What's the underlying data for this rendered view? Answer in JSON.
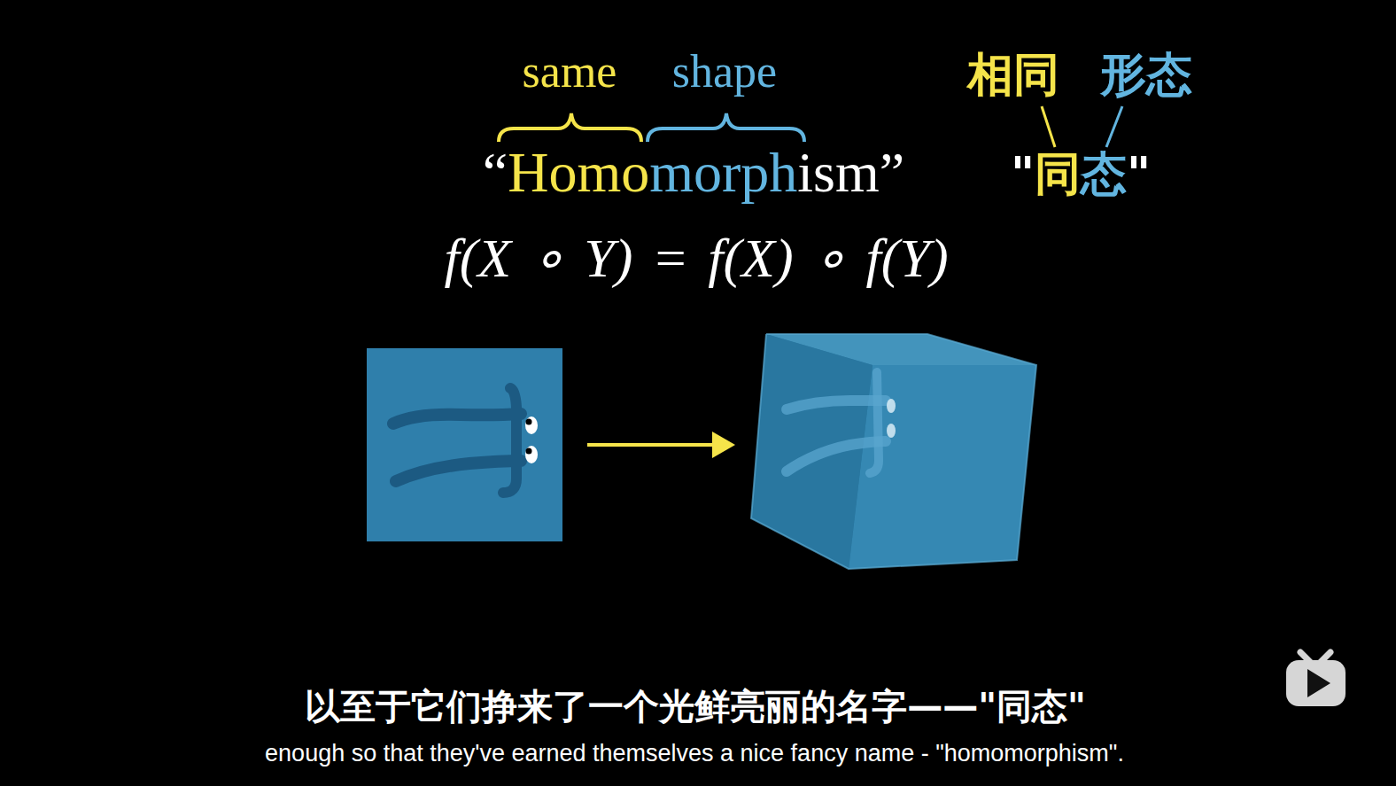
{
  "diagram": {
    "labels": [
      "same",
      "shape",
      "“Homomorphism”",
      "相同",
      "形态",
      "\"同态\"",
      "f(X ∘ Y) = f(X) ∘ f(Y)",
      "以至于它们挣来了一个光鲜亮丽的名字——\"同态\"",
      "enough so that they've earned themselves a nice fancy name - \"homomorphism\"."
    ]
  }
}
